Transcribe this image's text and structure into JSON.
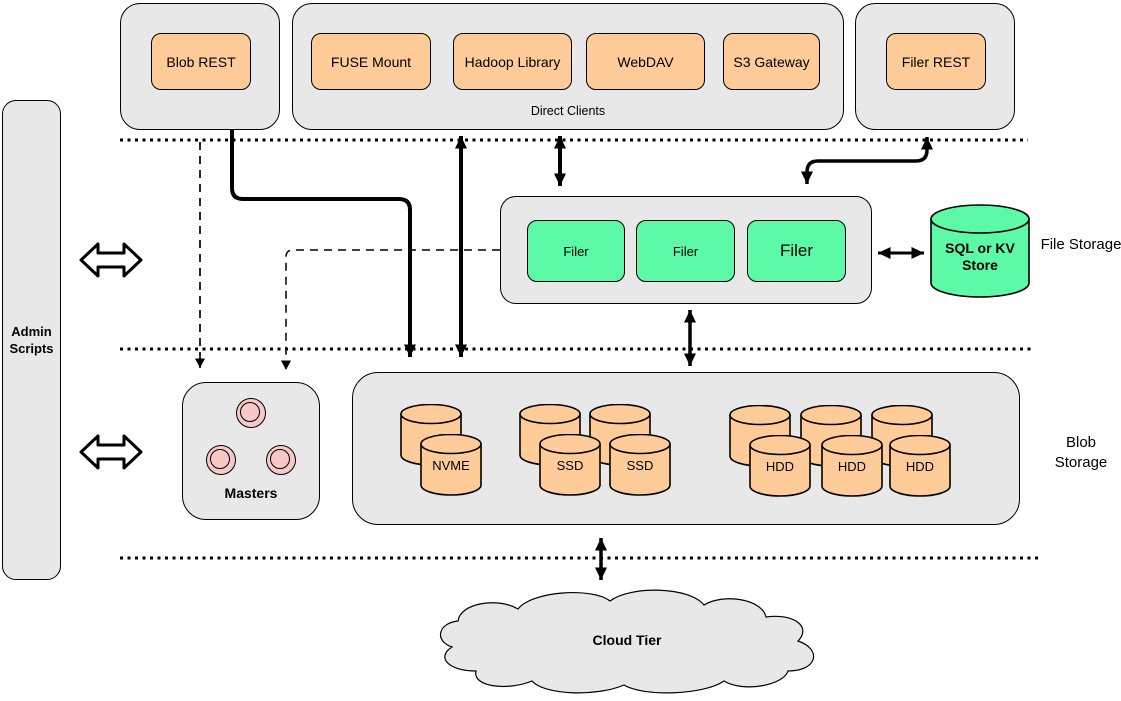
{
  "palette": {
    "container_gray": "#E8E8E8",
    "box_orange": "#FFCC99",
    "box_green": "#5CF9A6",
    "circle_pink": "#F6C9C7",
    "stroke": "#000000"
  },
  "admin_scripts": {
    "label": "Admin Scripts"
  },
  "top_row": {
    "blob_rest_label": "Blob REST",
    "direct_clients": {
      "label": "Direct Clients",
      "clients": [
        "FUSE Mount",
        "Hadoop Library",
        "WebDAV",
        "S3 Gateway"
      ]
    },
    "filer_rest_label": "Filer REST"
  },
  "file_storage_tier": {
    "filers": [
      "Filer",
      "Filer",
      "Filer"
    ],
    "metadata_store_label": "SQL or KV Store",
    "tier_label": "File Storage"
  },
  "blob_storage_tier": {
    "masters_label": "Masters",
    "disks": [
      "NVME",
      "SSD",
      "SSD",
      "HDD",
      "HDD",
      "HDD"
    ],
    "tier_label": "Blob Storage"
  },
  "cloud_tier": {
    "label": "Cloud Tier"
  }
}
